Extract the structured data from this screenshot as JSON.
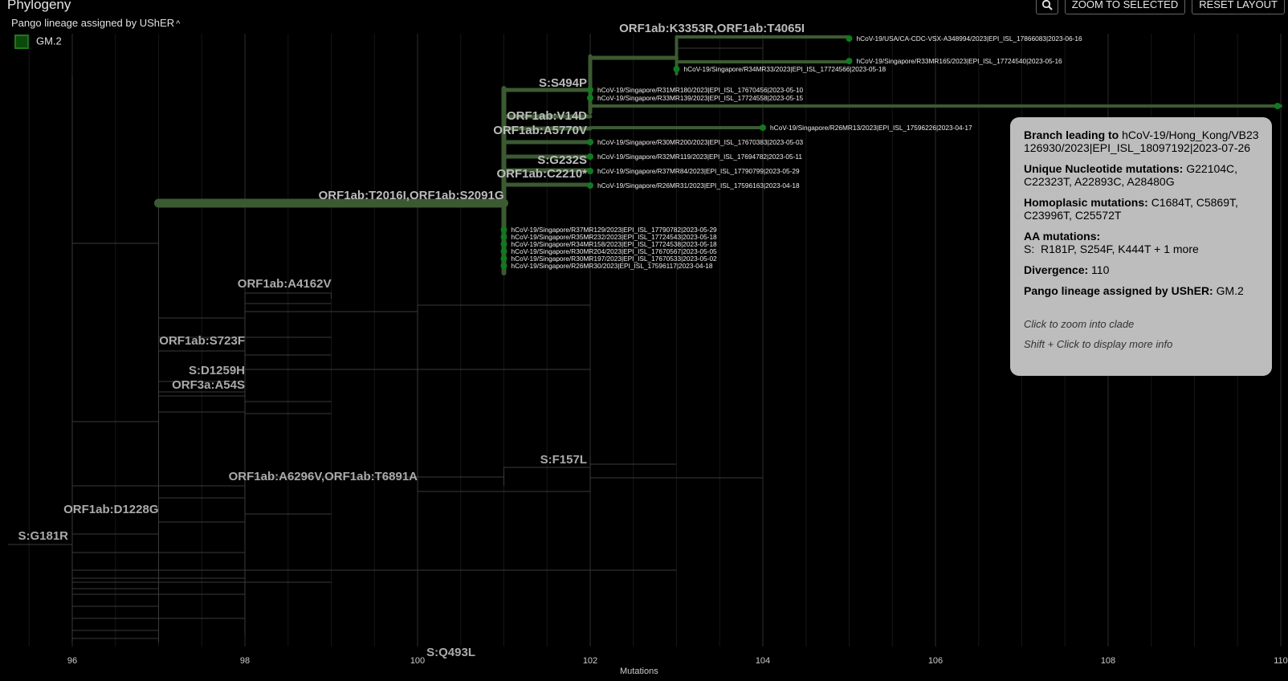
{
  "panel": {
    "title": "Phylogeny"
  },
  "legend": {
    "toggle_label": "Pango lineage assigned by UShER",
    "toggle_icon": "chevron-up-icon",
    "items": [
      {
        "label": "GM.2",
        "color": "#1e7a1e"
      }
    ]
  },
  "toolbar": {
    "search_icon": "search-icon",
    "zoom_label": "ZOOM TO SELECTED",
    "reset_label": "RESET LAYOUT"
  },
  "axis": {
    "title": "Mutations",
    "ticks": [
      "96",
      "98",
      "100",
      "102",
      "104",
      "106",
      "108",
      "110"
    ]
  },
  "colors": {
    "highlight": "#3c5a32",
    "tip": "#0f7a1f",
    "grey": "#3a3a3a"
  },
  "tips": [
    "hCoV-19/USA/CA-CDC-VSX-A348994/2023|EPI_ISL_17866083|2023-06-16",
    "hCoV-19/Singapore/R33MR165/2023|EPI_ISL_17724540|2023-05-16",
    "hCoV-19/Singapore/R34MR33/2023|EPI_ISL_17724566|2023-05-18",
    "hCoV-19/Singapore/R31MR180/2023|EPI_ISL_17670456|2023-05-10",
    "hCoV-19/Singapore/R33MR139/2023|EPI_ISL_17724558|2023-05-15",
    "hCoV-19/Singapore/R26MR13/2023|EPI_ISL_17596226|2023-04-17",
    "hCoV-19/Singapore/R30MR200/2023|EPI_ISL_17670383|2023-05-03",
    "hCoV-19/Singapore/R32MR119/2023|EPI_ISL_17694782|2023-05-11",
    "hCoV-19/Singapore/R37MR84/2023|EPI_ISL_17790799|2023-05-29",
    "hCoV-19/Singapore/R26MR31/2023|EPI_ISL_17596163|2023-04-18",
    "hCoV-19/Singapore/R37MR129/2023|EPI_ISL_17790782|2023-05-29",
    "hCoV-19/Singapore/R35MR232/2023|EPI_ISL_17724543|2023-05-18",
    "hCoV-19/Singapore/R34MR158/2023|EPI_ISL_17724538|2023-05-18",
    "hCoV-19/Singapore/R30MR204/2023|EPI_ISL_17670567|2023-05-05",
    "hCoV-19/Singapore/R30MR197/2023|EPI_ISL_17670533|2023-05-02",
    "hCoV-19/Singapore/R26MR30/2023|EPI_ISL_17596117|2023-04-18"
  ],
  "mutations": [
    "ORF1ab:K3353R,ORF1ab:T4065I",
    "S:S494P",
    "ORF1ab:V14D",
    "ORF1ab:A5770V",
    "S:G232S",
    "ORF1ab:C2210*",
    "ORF1ab:T2016I,ORF1ab:S2091G",
    "ORF1ab:A4162V",
    "ORF1ab:S723F",
    "S:D1259H",
    "ORF3a:A54S",
    "S:F157L",
    "ORF1ab:A6296V,ORF1ab:T6891A",
    "ORF1ab:D1228G",
    "S:G181R",
    "S:Q493L"
  ],
  "tooltip": {
    "branch_label": "Branch leading to",
    "branch_name": "hCoV-19/Hong_Kong/VB23126930/2023|EPI_ISL_18097192|2023-07-26",
    "unique_label": "Unique Nucleotide mutations:",
    "unique_value": "G22104C, C22323T, A22893C, A28480G",
    "homo_label": "Homoplasic mutations:",
    "homo_value": "C1684T, C5869T, C23996T, C25572T",
    "aa_label": "AA mutations:",
    "aa_value": "S:  R181P, S254F, K444T + 1 more",
    "div_label": "Divergence:",
    "div_value": "110",
    "pango_label": "Pango lineage assigned by UShER:",
    "pango_value": "GM.2",
    "hint1": "Click to zoom into clade",
    "hint2": "Shift + Click to display more info"
  }
}
